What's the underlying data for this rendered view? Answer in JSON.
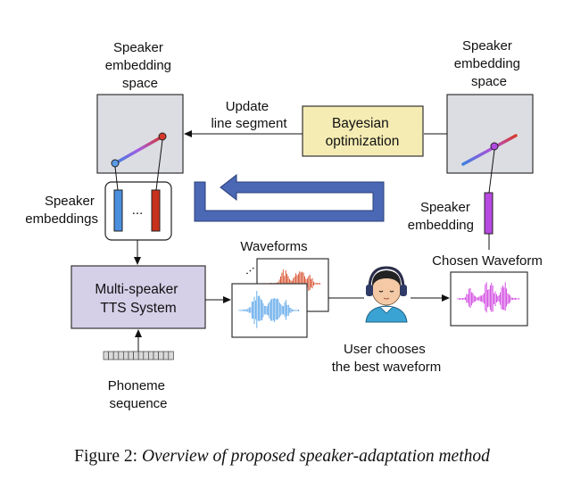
{
  "left_space": {
    "label_lines": [
      "Speaker",
      "embedding",
      "space"
    ]
  },
  "right_space": {
    "label_lines": [
      "Speaker",
      "embedding",
      "space"
    ]
  },
  "update_label_lines": [
    "Update",
    "line segment"
  ],
  "bayesian_lines": [
    "Bayesian",
    "optimization"
  ],
  "speaker_embeddings_lines": [
    "Speaker",
    "embeddings"
  ],
  "ellipsis": "...",
  "speaker_embedding_lines": [
    "Speaker",
    "embedding"
  ],
  "tts_lines": [
    "Multi-speaker",
    "TTS System"
  ],
  "waveforms_label": "Waveforms",
  "chosen_label": "Chosen Waveform",
  "user_lines": [
    "User chooses",
    "the best waveform"
  ],
  "phoneme_lines": [
    "Phoneme",
    "sequence"
  ],
  "caption": {
    "prefix": "Figure 2: ",
    "title": "Overview of proposed speaker-adaptation method"
  },
  "colors": {
    "panel_fill": "#dcdde3",
    "bayes_fill": "#f5ecb3",
    "tts_fill": "#d6cfe8",
    "big_arrow": "#4a68b4",
    "embed_blue": "#4b8ede",
    "embed_red": "#c8311c",
    "embed_purple": "#b748e0",
    "wave_blue": "#57a3e8",
    "wave_red": "#d4451f",
    "wave_magenta": "#cf3ce0"
  },
  "icons": [
    "listener-icon",
    "waveform-icon",
    "phoneme-sequence-icon"
  ]
}
